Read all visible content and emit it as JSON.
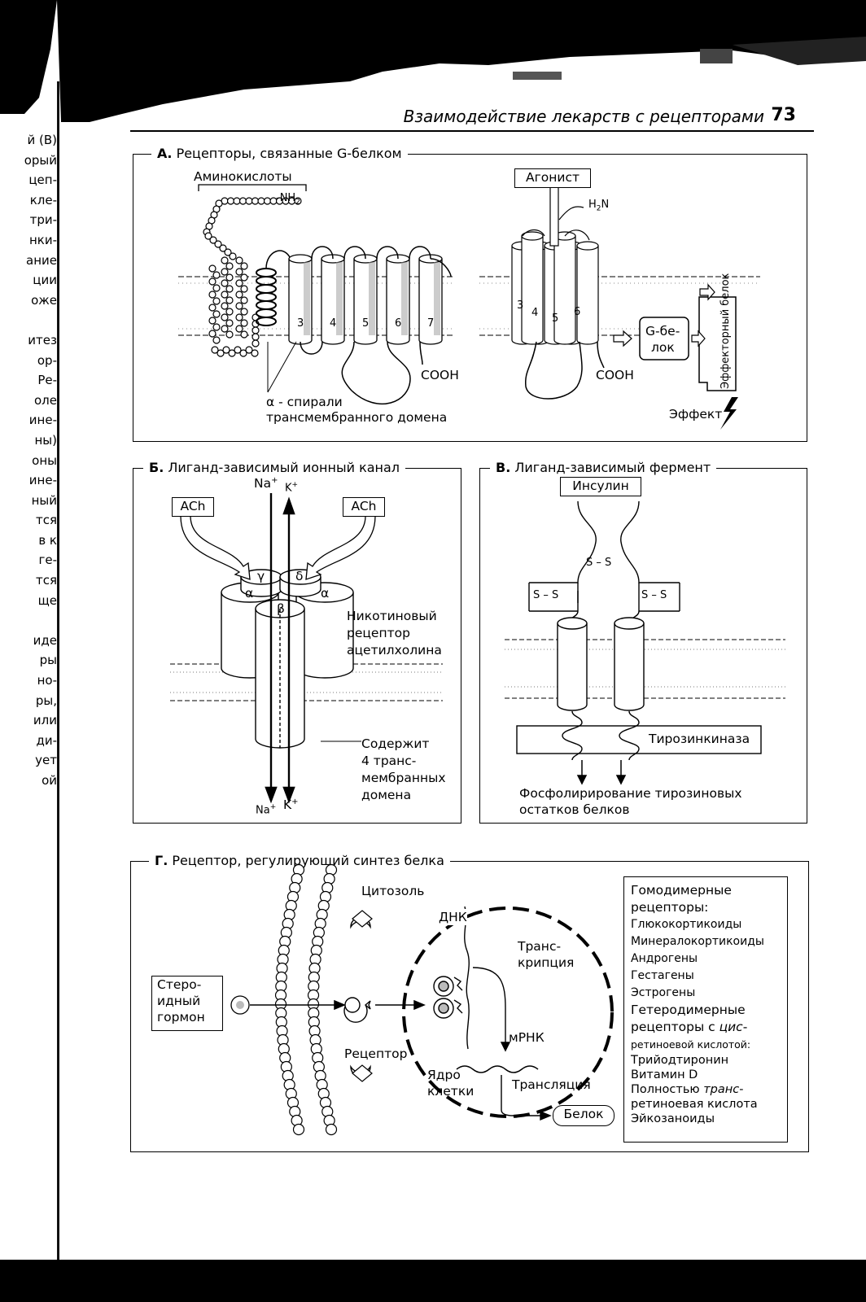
{
  "header": {
    "title": "Взаимодействие лекарств с рецепторами",
    "page_number": "73"
  },
  "margin_fragments": [
    "й (В)",
    "орый",
    "цеп-",
    "кле-",
    "три-",
    "нки-",
    "ание",
    "ции",
    "оже",
    "",
    "итез",
    "ор-",
    "Ре-",
    "оле",
    "ине-",
    "ны)",
    "оны",
    "ине-",
    "ный",
    "тся",
    "в к",
    "ге-",
    "тся",
    "ще",
    "",
    "иде",
    "ры",
    "но-",
    "ры,",
    "или",
    "ди-",
    "ует",
    "ой"
  ],
  "panel_a": {
    "letter": "А.",
    "title": "Рецепторы, связанные G-белком",
    "amino_acids": "Аминокислоты",
    "nh2": "-NH",
    "nh2_sub": "2",
    "h2n": "H",
    "h2n_sub": "2",
    "h2n_tail": "N",
    "agonist": "Агонист",
    "helix_numbers_left": [
      "3",
      "4",
      "5",
      "6",
      "7"
    ],
    "helix_numbers_right": [
      "3",
      "4",
      "5",
      "6"
    ],
    "cooh_left": "COOH",
    "cooh_right": "COOH",
    "alpha_helices_1": "α - спирали",
    "alpha_helices_2": "трансмембранного домена",
    "g_protein_1": "G-бе-",
    "g_protein_2": "лок",
    "effector": "Эффекторный белок",
    "effect": "Эффект"
  },
  "panel_b": {
    "letter": "Б.",
    "title": "Лиганд-зависимый ионный канал",
    "na_top": "Na",
    "na_top_sup": "+",
    "k_top": "K",
    "k_top_sup": "+",
    "ach_left": "ACh",
    "ach_right": "ACh",
    "gamma": "γ",
    "delta": "δ",
    "alpha_left": "α",
    "alpha_right": "α",
    "beta": "β",
    "receptor_1": "Никотиновый",
    "receptor_2": "рецептор",
    "receptor_3": "ацетилхолина",
    "contains_1": "Содержит",
    "contains_2": "4 транс-",
    "contains_3": "мембранных",
    "contains_4": "домена",
    "na_bottom": "Na",
    "na_bottom_sup": "+",
    "k_bottom": "K",
    "k_bottom_sup": "+"
  },
  "panel_v": {
    "letter": "В.",
    "title": "Лиганд-зависимый фермент",
    "insulin": "Инсулин",
    "ss_top": "S – S",
    "ss_left": "S – S",
    "ss_right": "S – S",
    "tyrosine_kinase": "Тирозинкиназа",
    "phospho_1": "Фосфолирирование тирозиновых",
    "phospho_2": "остатков белков"
  },
  "panel_g": {
    "letter": "Г.",
    "title": "Рецептор, регулирующий синтез белка",
    "cytosol": "Цитозоль",
    "steroid_1": "Стеро-",
    "steroid_2": "идный",
    "steroid_3": "гормон",
    "receptor": "Рецептор",
    "dna": "ДНК",
    "transcription_1": "Транс-",
    "transcription_2": "крипция",
    "mrna": "мРНК",
    "nucleus_1": "Ядро",
    "nucleus_2": "клетки",
    "translation": "Трансляция",
    "protein": "Белок",
    "legend": {
      "homodimer_1": "Гомодимерные",
      "homodimer_2": "рецепторы:",
      "homo_items": [
        "Глюкокортикоиды",
        "Минералокортикоиды",
        "Андрогены",
        "Гестагены",
        "Эстрогены"
      ],
      "heterodimer_1": "Гетеродимерные",
      "heterodimer_2a": "рецепторы с ",
      "heterodimer_2b": "цис",
      "heterodimer_2c": "-",
      "heterodimer_3": "ретиноевой кислотой:",
      "hetero_item_1": "Трийодтиронин",
      "hetero_item_2": "Витамин D",
      "hetero_item_3a": "Полностью ",
      "hetero_item_3b": "транс",
      "hetero_item_3c": "-",
      "hetero_item_4": "ретиноевая кислота",
      "hetero_item_5": "Эйкозаноиды"
    }
  }
}
